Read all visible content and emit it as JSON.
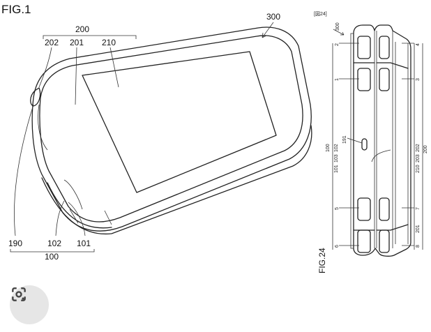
{
  "fig1": {
    "title": "FIG.1",
    "labels": {
      "l300": "300",
      "l200": "200",
      "l202": "202",
      "l201": "201",
      "l210": "210",
      "l190": "190",
      "l102": "102",
      "l101": "101",
      "l100": "100"
    }
  },
  "fig24": {
    "header": "[図24]",
    "title": "FIG.24",
    "labels": {
      "l300": "300",
      "l2": "2",
      "l4": "4",
      "l1": "1",
      "l3": "3",
      "l191": "191",
      "l100": "100",
      "l102": "102",
      "l103": "103",
      "l101": "101",
      "l202": "202",
      "l200": "200",
      "l203": "203",
      "l210": "210",
      "l5": "5",
      "l7": "7",
      "l201": "201",
      "l6": "6",
      "l8": "8"
    }
  },
  "lens_button": {
    "icon": "google-lens-icon"
  }
}
